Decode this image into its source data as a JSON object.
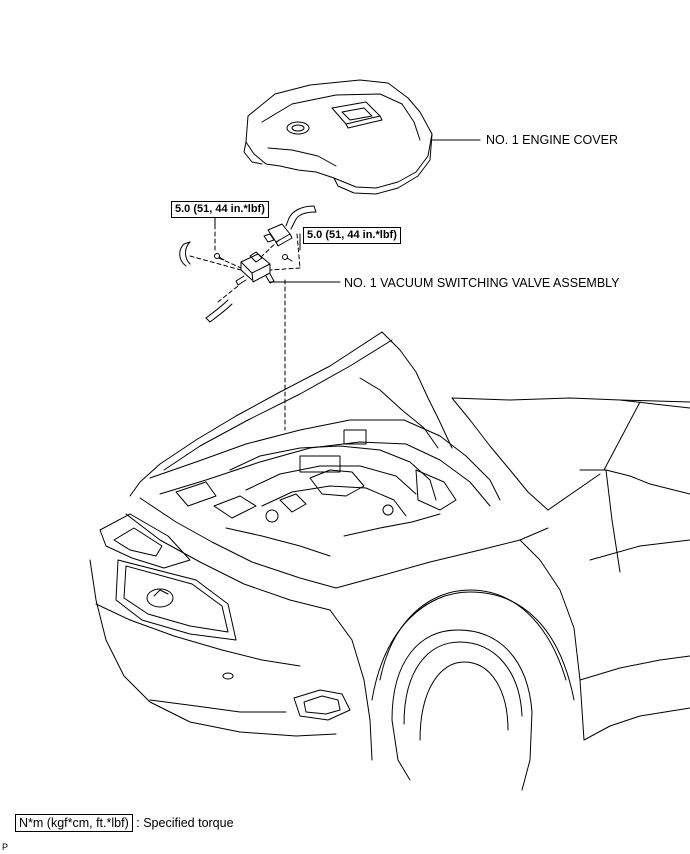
{
  "labels": {
    "engine_cover": "NO. 1 ENGINE COVER",
    "vsv_assembly": "NO. 1 VACUUM SWITCHING VALVE ASSEMBLY"
  },
  "torque_callouts": {
    "left": "5.0 (51, 44 in.*lbf)",
    "right": "5.0 (51, 44 in.*lbf)"
  },
  "legend": {
    "unit_box": "N*m (kgf*cm, ft.*lbf)",
    "separator": ":",
    "description": "Specified torque"
  },
  "corner_mark": "P"
}
